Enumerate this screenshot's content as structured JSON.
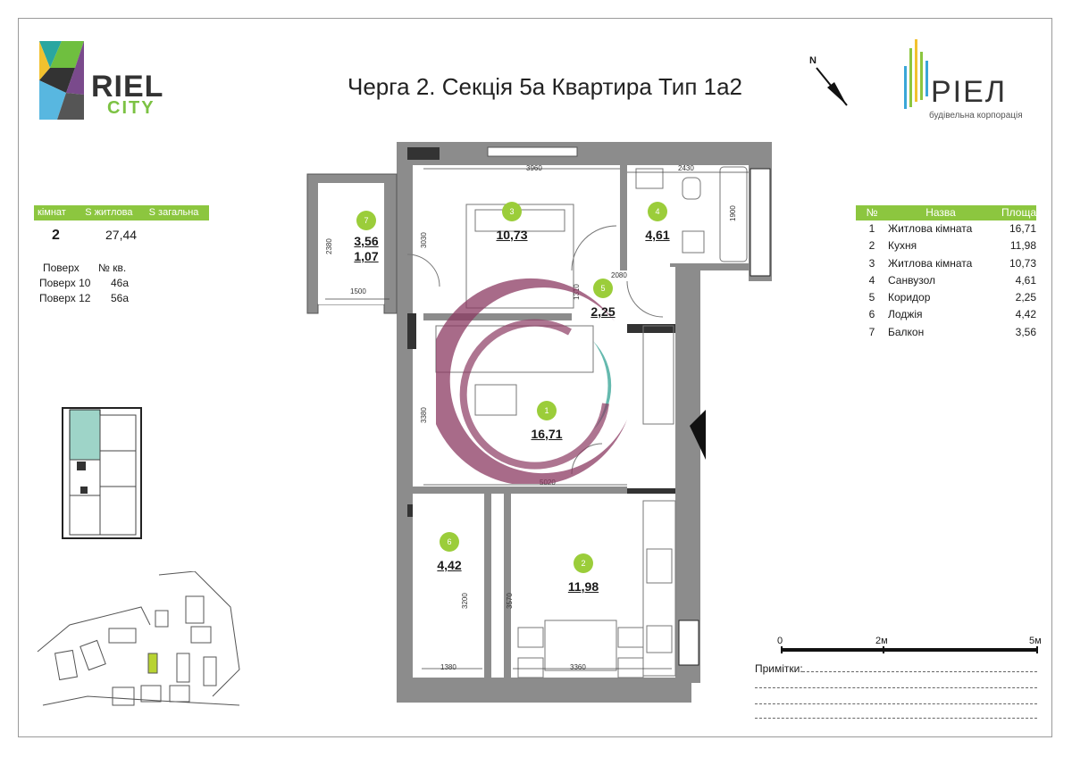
{
  "title": "Черга 2. Секція 5а Квартира Тип 1а2",
  "logo_left": {
    "brand": "RIEL",
    "brand2": "CITY"
  },
  "logo_right": {
    "brand": "РІЕЛ",
    "subtitle": "будівельна корпорація"
  },
  "compass": {
    "label": "N"
  },
  "summary": {
    "headers": [
      "кімнат",
      "S житлова",
      "S загальна"
    ],
    "rooms": "2",
    "living_area": "27,44"
  },
  "floors": {
    "headers": [
      "Поверх",
      "№ кв."
    ],
    "rows": [
      [
        "Поверх 10",
        "46а"
      ],
      [
        "Поверх 12",
        "56а"
      ]
    ]
  },
  "rooms_table": {
    "headers": [
      "№",
      "Назва",
      "Площа"
    ],
    "rows": [
      [
        "1",
        "Житлова кімната",
        "16,71"
      ],
      [
        "2",
        "Кухня",
        "11,98"
      ],
      [
        "3",
        "Житлова кімната",
        "10,73"
      ],
      [
        "4",
        "Санвузол",
        "4,61"
      ],
      [
        "5",
        "Коридор",
        "2,25"
      ],
      [
        "6",
        "Лоджія",
        "4,42"
      ],
      [
        "7",
        "Балкон",
        "3,56"
      ]
    ]
  },
  "plan_rooms": [
    {
      "num": "7",
      "area": "3,56",
      "area2": "1,07"
    },
    {
      "num": "3",
      "area": "10,73"
    },
    {
      "num": "4",
      "area": "4,61"
    },
    {
      "num": "5",
      "area": "2,25"
    },
    {
      "num": "1",
      "area": "16,71"
    },
    {
      "num": "6",
      "area": "4,42"
    },
    {
      "num": "2",
      "area": "11,98"
    }
  ],
  "dimensions": {
    "d3960": "3960",
    "d2430": "2430",
    "d1900": "1900",
    "d2380": "2380",
    "d3030": "3030",
    "d1500": "1500",
    "d2080": "2080",
    "d1310": "1310",
    "d3380": "3380",
    "d5020": "5020",
    "d3200": "3200",
    "d3570": "3570",
    "d1380": "1380",
    "d3360": "3360"
  },
  "scale": {
    "s0": "0",
    "s2": "2м",
    "s5": "5м"
  },
  "notes_label": "Примітки:",
  "colors": {
    "accent": "#8cc63f",
    "wall": "#8c8c8c",
    "watermark": "#8b3a62",
    "watermark2": "#3fa89a"
  }
}
